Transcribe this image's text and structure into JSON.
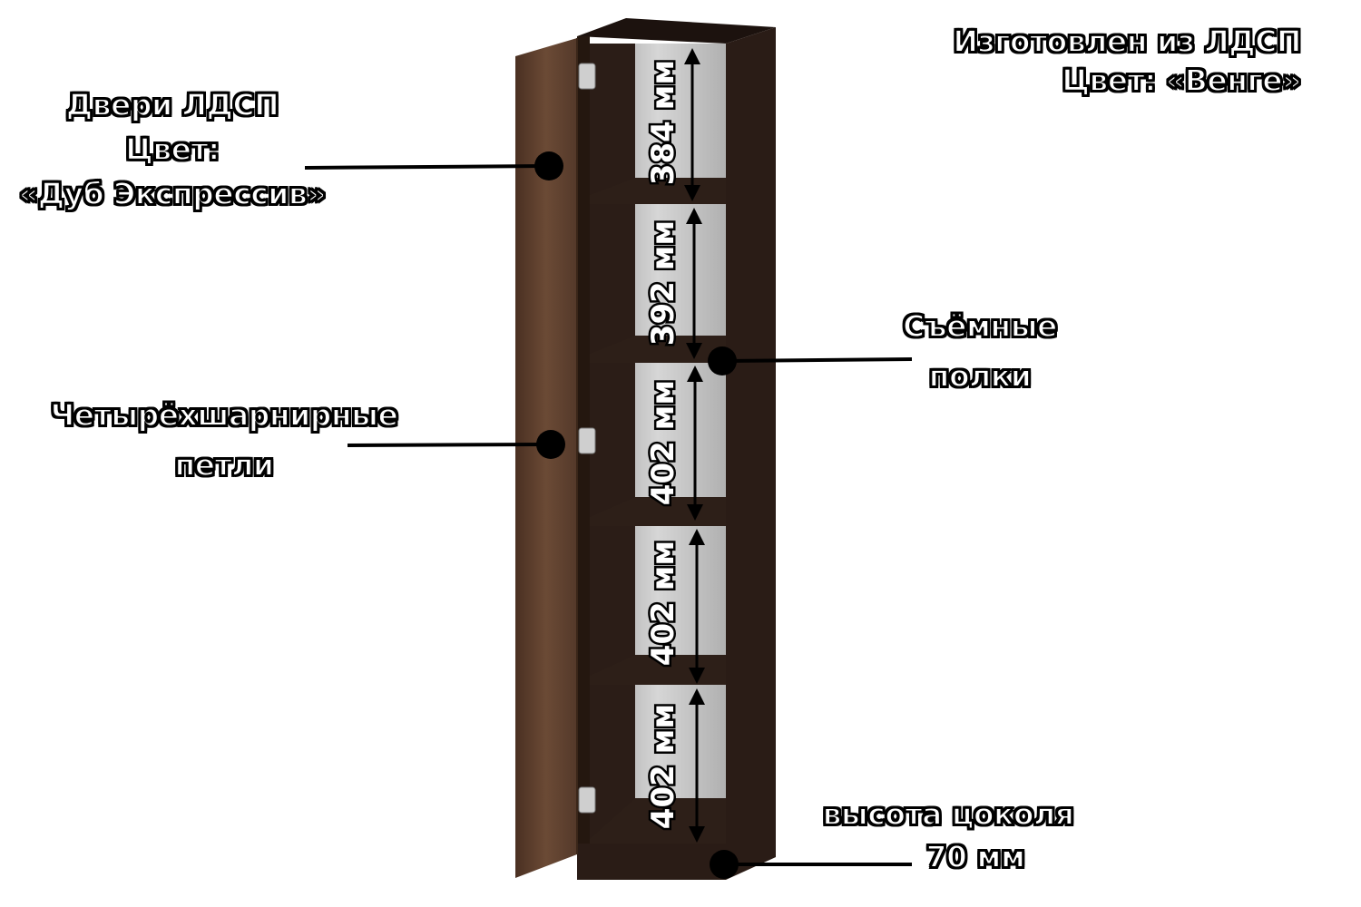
{
  "material": {
    "line1": "Изготовлен из ЛДСП",
    "line2": "Цвет:  «Венге»"
  },
  "doors": {
    "line1": "Двери ЛДСП",
    "line2": "Цвет:",
    "line3": "«Дуб Экспрессив»"
  },
  "shelves": {
    "line1": "Съёмные",
    "line2": "полки"
  },
  "hinges": {
    "line1": "Четырёхшарнирные",
    "line2": "петли"
  },
  "plinth": {
    "line1": "высота цоколя",
    "line2": "70 мм"
  },
  "compartments": [
    "384 мм",
    "392 мм",
    "402 мм",
    "402 мм",
    "402 мм"
  ],
  "colors": {
    "wenge": "#2a1c16",
    "oak": "#5a3d2b",
    "back": "#bdbdbd"
  }
}
